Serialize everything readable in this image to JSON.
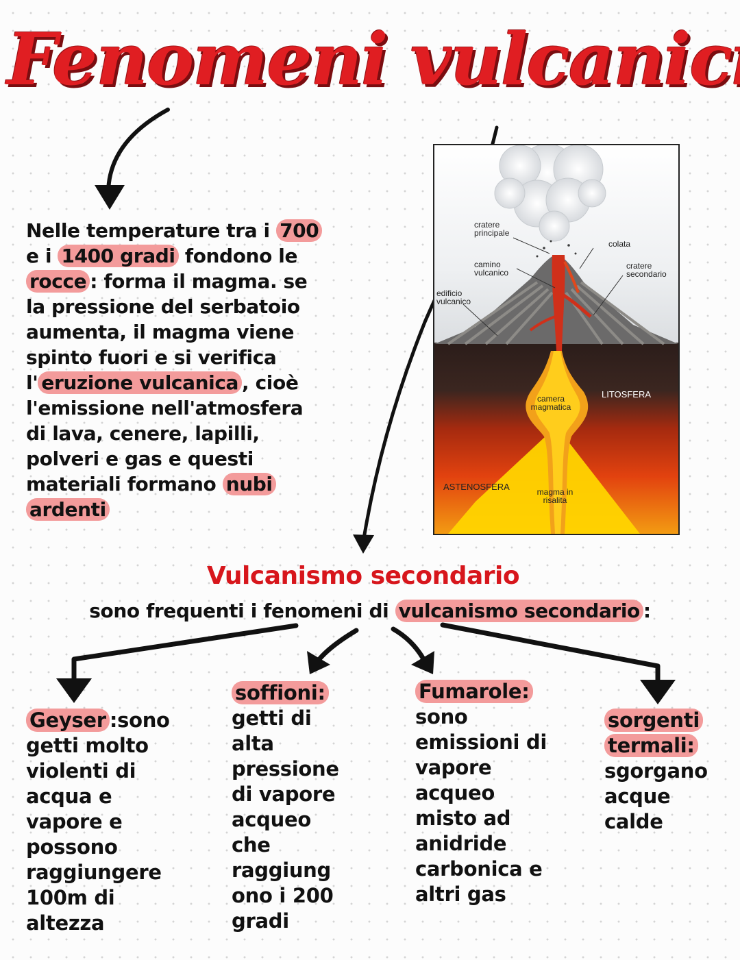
{
  "title": "Fenomeni vulcanici",
  "intro": {
    "t1": "Nelle temperature tra i ",
    "h1": "700",
    "t2": " e i ",
    "h2": "1400 gradi",
    "t3": " fondono le ",
    "h3": "rocce",
    "t4": ": forma il magma. se la pressione del serbatoio aumenta, il magma viene spinto fuori e si verifica l'",
    "h4": "eruzione vulcanica",
    "t5": ", cioè l'emissione nell'atmosfera di lava, cenere, lapilli, polveri e gas e questi materiali formano ",
    "h5": "nubi ardenti"
  },
  "diagram": {
    "cratere_principale": "cratere\nprincipale",
    "colata": "colata",
    "camino_vulcanico": "camino\nvulcanico",
    "cratere_secondario": "cratere\nsecondario",
    "edificio_vulcanico": "edificio\nvulcanico",
    "camera_magmatica": "camera\nmagmatica",
    "litosfera": "LITOSFERA",
    "astenosfera": "ASTENOSFERA",
    "magma_in_risalita": "magma in\nrisalita",
    "colors": {
      "sky": "#ffffff",
      "mountain": "#6b6a6a",
      "lithosphere_top": "#3a2a26",
      "asthenosphere": "#e2420f",
      "magma": "#ffd400"
    }
  },
  "secondary": {
    "title": "Vulcanismo secondario",
    "line_before": "sono frequenti i fenomeni di ",
    "line_highlight": "vulcanismo secondario",
    "line_after": ":",
    "geyser": {
      "head": "Geyser",
      "text": ":sono getti molto violenti di acqua e vapore e possono raggiungere 100m di altezza"
    },
    "soffioni": {
      "head": "soffioni:",
      "text": "getti di alta pressione di vapore acqueo che raggiung ono i 200 gradi"
    },
    "fumarole": {
      "head": "Fumarole:",
      "text": "sono emissioni di vapore acqueo misto ad anidride carbonica e altri gas"
    },
    "sorgenti": {
      "head": "sorgenti termali:",
      "text": "sgorgano acque calde"
    }
  },
  "colors": {
    "title_red": "#e01e22",
    "highlight_pink": "#f39b9b",
    "subtitle_red": "#d7161c"
  }
}
